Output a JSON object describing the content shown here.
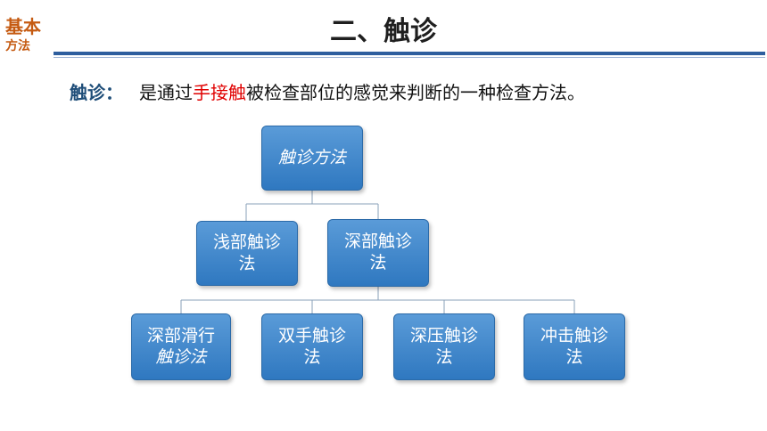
{
  "slide": {
    "corner_label_line1": "基本",
    "corner_label_line2": "方法",
    "title": "二、触诊"
  },
  "definition": {
    "term": "触诊：",
    "before": "是通过",
    "emphasis": "手接触",
    "after": "被检查部位的感觉来判断的一种检查方法。"
  },
  "diagram": {
    "root": "触诊方法",
    "level2": [
      {
        "line1": "浅部触诊",
        "line2": "法"
      },
      {
        "line1": "深部触诊",
        "line2": "法"
      }
    ],
    "level3": [
      {
        "line1": "深部滑行",
        "line2": "触诊法"
      },
      {
        "line1": "双手触诊",
        "line2": "法"
      },
      {
        "line1": "深压触诊",
        "line2": "法"
      },
      {
        "line1": "冲击触诊",
        "line2": "法"
      }
    ]
  },
  "colors": {
    "title_accent": "#c55a11",
    "rule": "#2e5e9e",
    "node_fill": "#3f86cc",
    "emphasis": "#e00000",
    "term": "#1f4e79"
  }
}
